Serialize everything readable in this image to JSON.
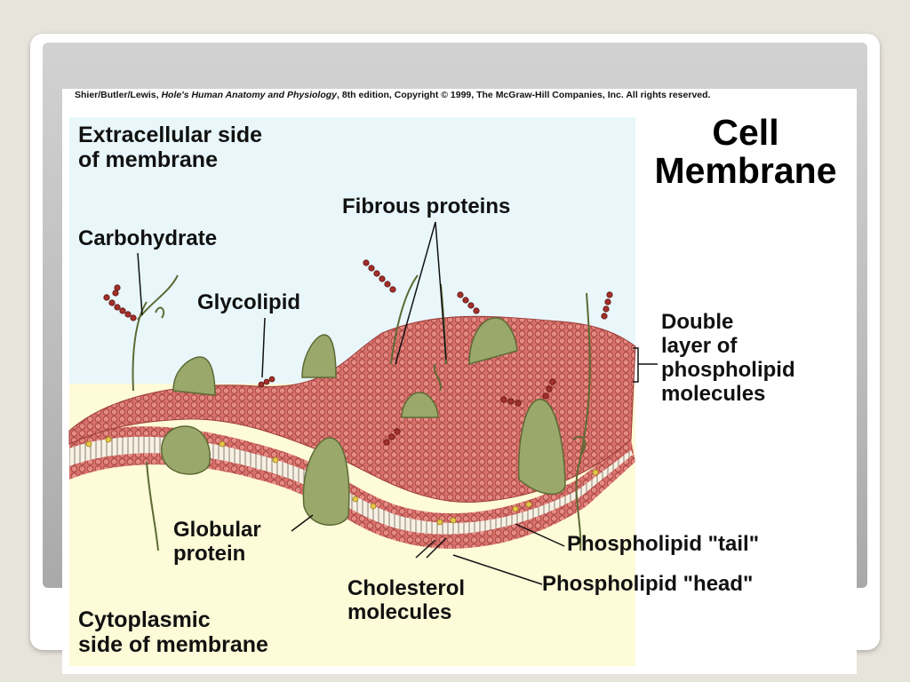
{
  "slide": {
    "credit": {
      "authors": "Shier/Butler/Lewis, ",
      "book": "Hole's Human Anatomy and Physiology",
      "rest": ", 8th edition, Copyright © 1999, The McGraw-Hill Companies, Inc.  All rights reserved."
    },
    "title": "Cell\nMembrane",
    "labels": {
      "extracellular": "Extracellular side\nof membrane",
      "fibrous": "Fibrous proteins",
      "carbohydrate": "Carbohydrate",
      "glycolipid": "Glycolipid",
      "double_layer": "Double\nlayer of\nphospholipid\nmolecules",
      "globular": "Globular\nprotein",
      "tail": "Phospholipid \"tail\"",
      "head": "Phospholipid \"head\"",
      "cholesterol": "Cholesterol\nmolecules",
      "cytoplasmic": "Cytoplasmic\nside of membrane"
    },
    "colors": {
      "extracellular_bg": "#e9f7fb",
      "cytoplasmic_bg": "#fdfbd8",
      "membrane_head": "#d9716c",
      "protein": "#9aa86c",
      "cholesterol": "#e6c84a",
      "carbohydrate": "#a3302a"
    }
  }
}
